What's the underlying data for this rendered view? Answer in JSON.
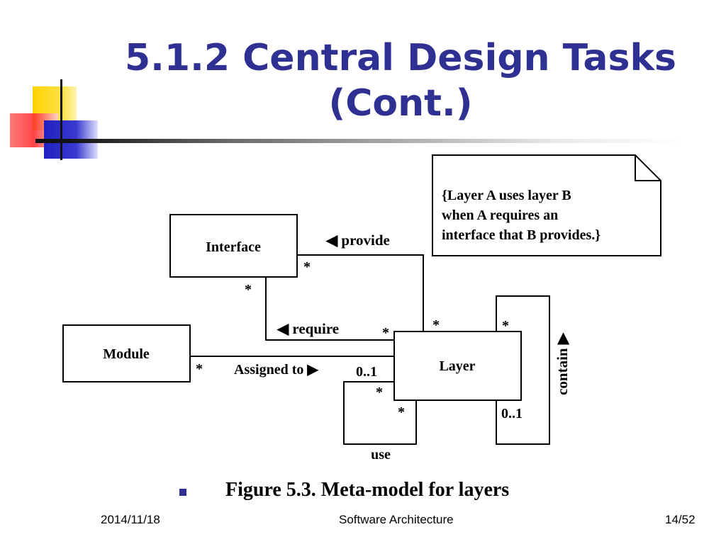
{
  "slide": {
    "title_line1": "5.1.2  Central Design Tasks",
    "title_line2": "(Cont.)"
  },
  "diagram": {
    "classes": {
      "interface": "Interface",
      "module": "Module",
      "layer": "Layer"
    },
    "note_lines": [
      "{Layer A uses layer B",
      "when A requires an",
      "interface that B provides.}"
    ],
    "associations": {
      "provide": "◀  provide",
      "require": "◀  require",
      "assigned_to": "Assigned to ▶",
      "contain": "contain ▶",
      "use": "use"
    },
    "multiplicities": {
      "interface_provide": "*",
      "interface_require": "*",
      "layer_provide": "*",
      "layer_require": "*",
      "module_assigned": "*",
      "layer_assigned": "0..1",
      "use_top": "*",
      "use_bottom": "*",
      "contain_top": "*",
      "contain_bottom": "0..1"
    }
  },
  "caption": "Figure 5.3. Meta-model for layers",
  "footer": {
    "date": "2014/11/18",
    "course": "Software Architecture",
    "page": "14/52"
  },
  "colors": {
    "title": "#2e3192",
    "deco_yellow": "#ffd700",
    "deco_red": "#ff3b3b",
    "deco_blue": "#3333cc"
  }
}
